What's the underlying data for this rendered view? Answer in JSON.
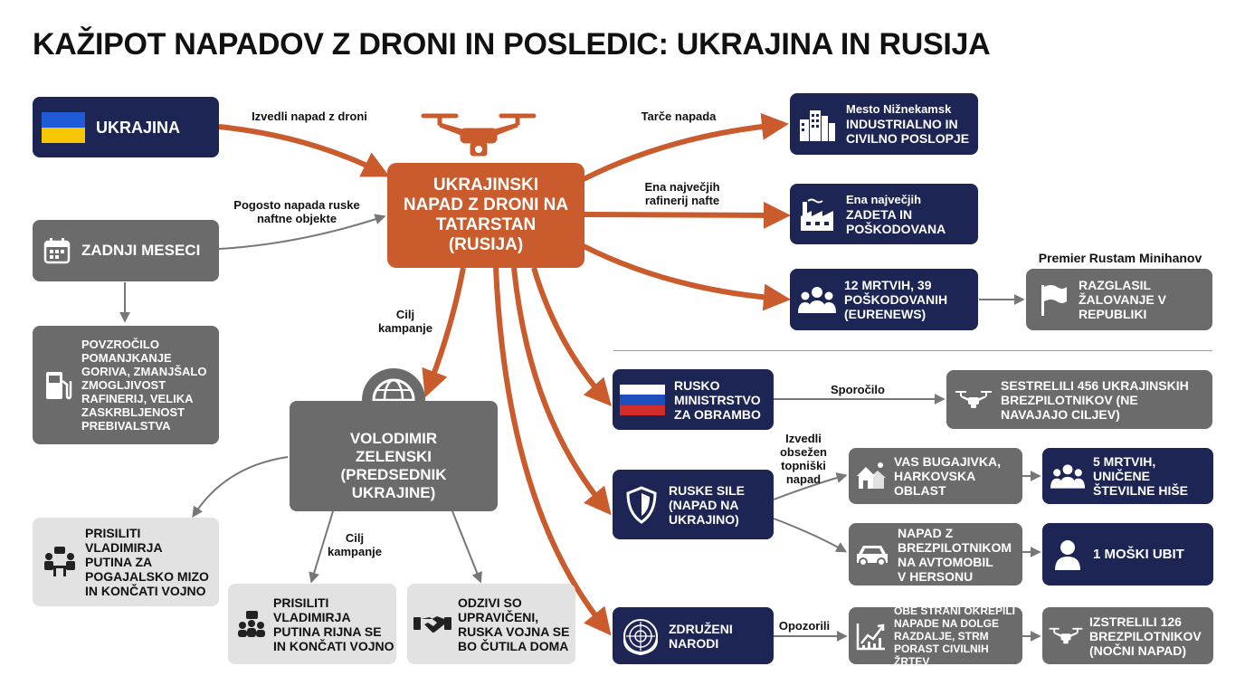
{
  "title": "KAŽIPOT NAPADOV Z DRONI IN POSLEDIC: UKRAJINA IN RUSIJA",
  "colors": {
    "navy": "#1c2553",
    "gray": "#6b6b6b",
    "light_gray": "#e2e2e2",
    "orange": "#c95b2d",
    "arrow_orange": "#c95b2d",
    "arrow_gray": "#777777"
  },
  "nodes": {
    "center": "UKRAJINSKI\nNAPAD Z DRONI NA\nTATARSTAN\n(RUSIJA)",
    "ukrajina": "UKRAJINA",
    "zadnji_meseci": "ZADNJI MESECI",
    "povzrocilo": "POVZROČILO\nPOMANJKANJE\nGORIVA, ZMANJŠALO\nZMOGLJIVOST\nRAFINERIJ, VELIKA\nZASKRBLJENOST\nPREBIVALSTVA",
    "zelenski": "VOLODIMIR\nZELENSKI\n(PREDSEDNIK\nUKRAJINE)",
    "prisiliti_mizo": "PRISILITI\nVLADIMIRJA\nPUTINA ZA\nPOGAJALSKO MIZO\nIN KONČATI VOJNO",
    "prisiliti_konc": "PRISILITI\nVLADIMIRJA\nPUTINA RIJNA SE\nIN KONČATI VOJNO",
    "odzivi": "ODZIVI SO\nUPRAVIČENI,\nRUSKA VOJNA SE\nBO ČUTILA DOMA",
    "mesto_city": "Mesto Nižnekamsk",
    "mesto": "INDUSTRIALNO IN\nCIVILNO POSLOPJE",
    "rafinerija_top": "Ena največjih",
    "rafinerija": "ZADETA IN\nPOŠKODOVANA",
    "mrtvi": "12 MRTVIH, 39\nPOŠKODOVANIH\n(EURENEWS)",
    "premier_label": "Premier Rustam Minihanov",
    "zalovanje": "RAZGLASIL\nŽALOVANJE V\nREPUBLIKI",
    "ministrstvo": "RUSKO\nMINISTRSTVO\nZA OBRAMBO",
    "sestrelili": "SESTRELILI 456 UKRAJINSKIH\nBREZPILOTNIKOV (NE\nNAVAJAJO CILJEV)",
    "ruske_sile": "RUSKE SILE\n(NAPAD NA\nUKRAJINO)",
    "vas": "VAS BUGAJIVKA,\nHARKOVSKA OBLAST",
    "mrtvi5": "5 MRTVIH, UNIČENE\nŠTEVILNE HIŠE",
    "avtomobil": "NAPAD Z\nBREZPILOTNIKOM\nNA AVTOMOBIL\nV HERSONU",
    "moski": "1 MOŠKI UBIT",
    "zn": "ZDRUŽENI\nNARODI",
    "obe_strani": "OBE STRANI OKREPILI\nNAPADE NA DOLGE\nRAZDALJE, STRM\nPORAST CIVILNIH ŽRTEV",
    "izstrelili": "IZSTRELILI 126\nBREZPILOTNIKOV\n(NOČNI NAPAD)"
  },
  "edge_labels": {
    "izvedli_napad": "Izvedli napad z droni",
    "pogosto": "Pogosto napada ruske\nnaftne objekte",
    "tarce": "Tarče napada",
    "ena_najvecjih": "Ena največjih\nrafinerij nafte",
    "cilj1": "Cilj\nkampanje",
    "cilj2": "Cilj\nkampanje",
    "sporocilo": "Sporočilo",
    "izvedli_obsezen": "Izvedli\nobsežen\ntopniški\nnapad",
    "opozorili": "Opozorili"
  },
  "icons": {
    "ukrajina": "ukraine-flag-icon",
    "zadnji_meseci": "calendar-icon",
    "povzrocilo": "fuel-pump-icon",
    "center": "drone-icon",
    "zelenski": "globe-icon",
    "prisiliti_mizo": "negotiation-table-icon",
    "prisiliti_konc": "speaking-people-icon",
    "odzivi": "handshake-icon",
    "mesto": "buildings-icon",
    "rafinerija": "factory-icon",
    "mrtvi": "people-group-icon",
    "zalovanje": "flag-icon",
    "ministrstvo": "russia-flag-icon",
    "sestrelili": "drone-icon",
    "ruske_sile": "shield-icon",
    "vas": "houses-icon",
    "mrtvi5": "people-group-icon",
    "avtomobil": "car-icon",
    "moski": "person-icon",
    "zn": "un-emblem-icon",
    "obe_strani": "chart-up-icon",
    "izstrelili": "drone-icon"
  }
}
